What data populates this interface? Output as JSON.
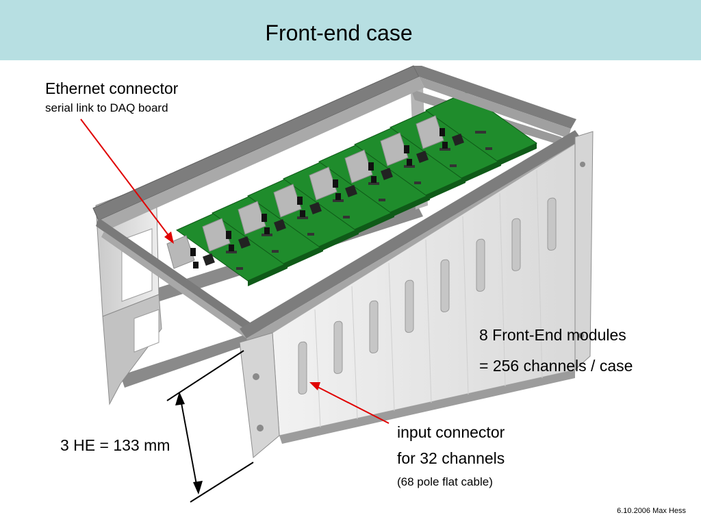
{
  "slide": {
    "title": "Front-end case",
    "footer": "6.10.2006  Max Hess"
  },
  "labels": {
    "ethernet_title": "Ethernet connector",
    "ethernet_sub": "serial link to DAQ board",
    "modules_line1": "8 Front-End modules",
    "modules_line2": "= 256 channels / case",
    "input_line1": "input connector",
    "input_line2": "for 32 channels",
    "input_line3": "(68 pole flat cable)",
    "height": "3 HE = 133 mm"
  },
  "colors": {
    "title_bar": "#b7dfe2",
    "frame": "#7d7d7d",
    "frame_light": "#a9a9a9",
    "panel": "#e9e9e9",
    "pcb": "#1f8c2c",
    "pointer": "#e00000"
  },
  "module_count": 8
}
